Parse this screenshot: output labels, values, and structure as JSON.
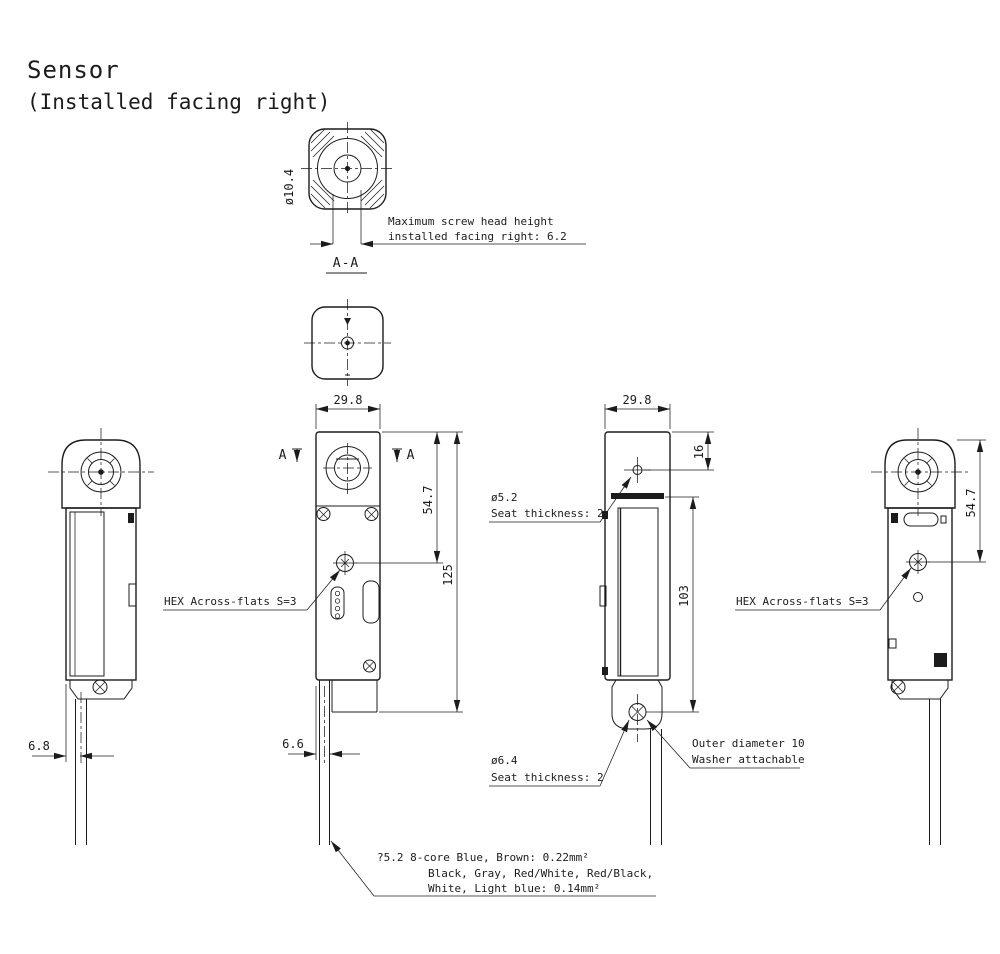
{
  "title": {
    "line1": "Sensor",
    "line2": "(Installed facing right)"
  },
  "detail_view": {
    "diameter_label": "ø10.4",
    "note_line1": "Maximum screw head height",
    "note_line2": "installed facing right: 6.2",
    "section_label": "A-A"
  },
  "front_view": {
    "width_dim": "29.8",
    "head_dim": "54.7",
    "total_dim": "125",
    "section_marker_left": "A",
    "section_marker_right": "A",
    "hex_note": "HEX Across-flats S=3",
    "cable_dim": "6.6"
  },
  "left_view": {
    "cable_dim": "6.8"
  },
  "mount_view": {
    "width_dim": "29.8",
    "top_hole_dim": "16",
    "hole_span_dim": "103",
    "top_hole_label1": "ø5.2",
    "top_hole_label2": "Seat thickness: 2",
    "bottom_hole_label1": "ø6.4",
    "bottom_hole_label2": "Seat thickness: 2",
    "washer_note1": "Outer diameter 10",
    "washer_note2": "Washer attachable"
  },
  "right_view": {
    "head_dim": "54.7",
    "hex_note": "HEX Across-flats S=3"
  },
  "cable_note": {
    "line1": "?5.2 8-core Blue, Brown: 0.22mm²",
    "line2": "Black, Gray, Red/White, Red/Black,",
    "line3": "White, Light blue: 0.14mm²"
  },
  "colors": {
    "line": "#1c1c1c",
    "background": "#ffffff"
  }
}
